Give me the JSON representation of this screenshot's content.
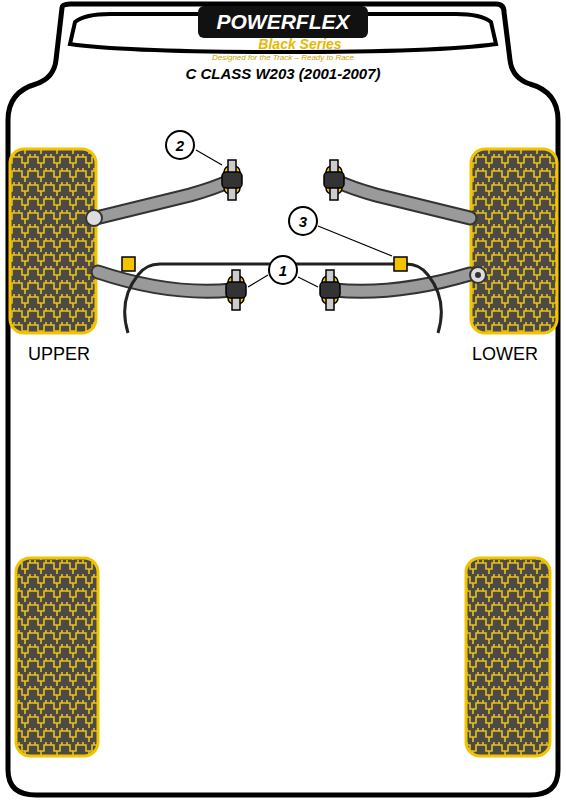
{
  "diagram": {
    "title": "C CLASS W203 (2001-2007)",
    "nodes": [
      {
        "text": [
          "2"
        ]
      },
      {
        "text": [
          "3"
        ]
      },
      {
        "text": [
          "1"
        ]
      }
    ],
    "labels": [
      "POWERFLEX",
      "Black Series",
      "Designed for the Track – Ready to Race",
      "UPPER",
      "LOWER"
    ]
  }
}
